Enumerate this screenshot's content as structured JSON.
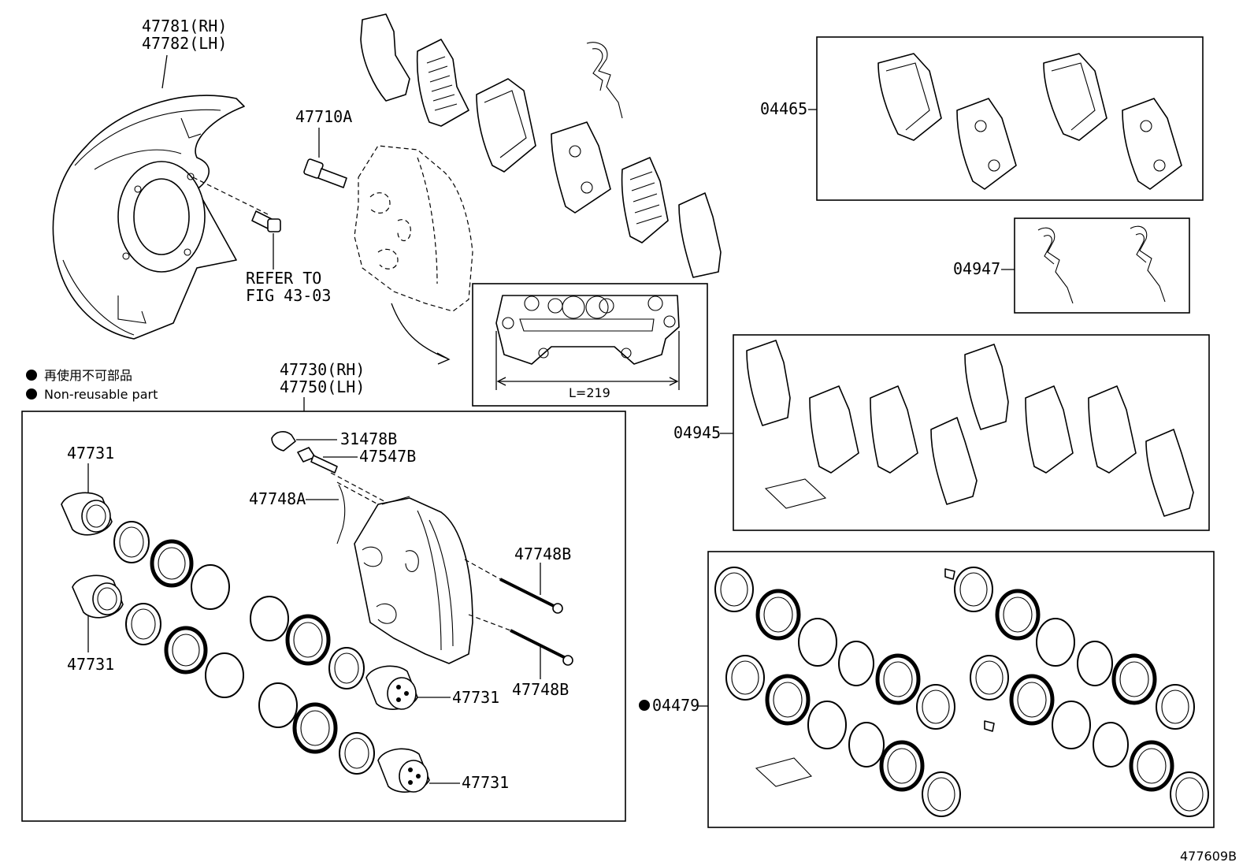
{
  "diagram_id": "477609B",
  "legend": {
    "jp": "再使用不可部品",
    "en": "Non-reusable part"
  },
  "labels": {
    "dust_cover_rh": "47781(RH)",
    "dust_cover_lh": "47782(LH)",
    "caliper_bolt": "47710A",
    "refer_line1": "REFER TO",
    "refer_line2": "FIG 43-03",
    "caliper_rh": "47730(RH)",
    "caliper_lh": "47750(LH)",
    "bleeder_cap": "31478B",
    "bleeder_plug": "47547B",
    "spring_clip": "47748A",
    "pin_upper": "47748B",
    "pin_lower": "47748B",
    "piston_1": "47731",
    "piston_2": "47731",
    "piston_3": "47731",
    "piston_4": "47731",
    "pad_kit": "04465",
    "fitting_kit": "04947",
    "shim_kit": "04945",
    "seal_kit": "04479",
    "dimension": "L=219"
  }
}
